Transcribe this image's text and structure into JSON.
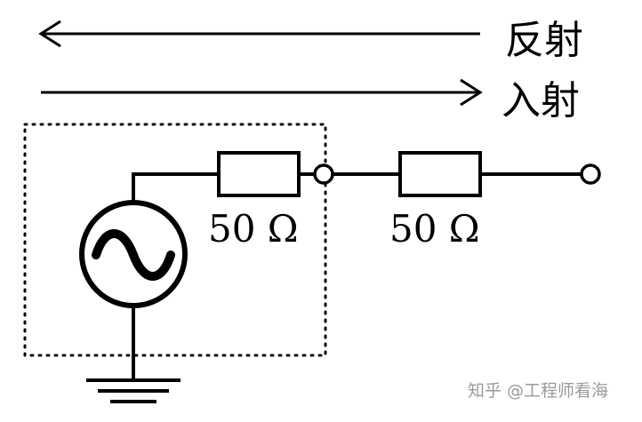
{
  "arrows": {
    "reflected_label": "反射",
    "incident_label": "入射"
  },
  "resistors": {
    "source_internal_label": "50 Ω",
    "line_label": "50 Ω"
  },
  "watermark": {
    "text": "知乎 @工程师看海"
  },
  "colors": {
    "ink": "#000000",
    "watermark": "#9a9a9a",
    "background": "#ffffff"
  },
  "icons": {
    "source": "ac-source-icon",
    "ground": "ground-icon",
    "terminal": "terminal-node-icon"
  }
}
